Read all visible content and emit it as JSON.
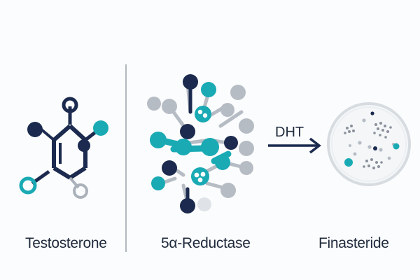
{
  "labels": {
    "testosterone": "Testosterone",
    "enzyme": "5α-Reductase",
    "product": "Finasteride",
    "arrow": "DHT"
  },
  "colors": {
    "navy": "#1b2a4e",
    "teal": "#19aab4",
    "gray": "#b6bcc4",
    "light_gray": "#dfe3e8",
    "text": "#1f2a3c"
  },
  "icons": {
    "molecule": "testosterone-molecule-icon",
    "enzyme": "enzyme-cluster-icon",
    "arrow": "right-arrow-icon",
    "dish": "petri-dish-icon"
  }
}
